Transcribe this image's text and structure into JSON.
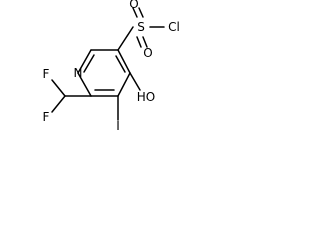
{
  "molecule": {
    "atoms": {
      "n": "N",
      "s": "S",
      "cl": "Cl",
      "o_top": "O",
      "o_bottom": "O",
      "oh": "HO",
      "iodine": "I",
      "f_top": "F",
      "f_bottom": "F"
    }
  }
}
